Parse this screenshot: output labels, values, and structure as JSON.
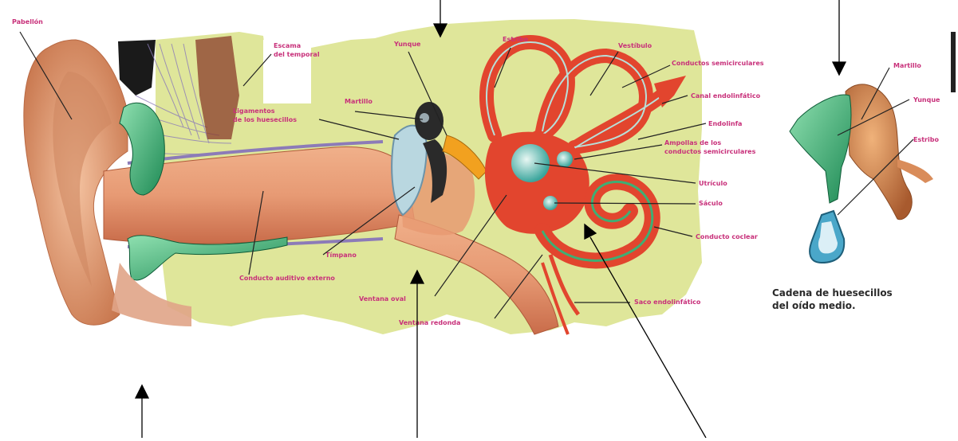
{
  "labels": {
    "pabellon": "Pabellón",
    "escama_temporal": "Escama\ndel temporal",
    "ligamentos": "Ligamentos\nde los huesecillos",
    "conducto_auditivo": "Conducto auditivo externo",
    "timpano": "Tímpano",
    "ventana_oval": "Ventana oval",
    "ventana_redonda": "Ventana redonda",
    "yunque_top": "Yunque",
    "martillo_top": "Martillo",
    "estribo_top": "Estribo",
    "vestibulo": "Vestíbulo",
    "conductos_semicirculares": "Conductos semicirculares",
    "canal_endolinfatico": "Canal endolinfático",
    "endolinfa": "Endolinfa",
    "ampollas": "Ampollas de los\nconductos semicirculares",
    "utriculo": "Utrículo",
    "saculo": "Sáculo",
    "conducto_coclear": "Conducto coclear",
    "saco_endolinfatico": "Saco endolinfático",
    "martillo_right": "Martillo",
    "yunque_right": "Yunque",
    "estribo_right": "Estribo"
  },
  "caption": {
    "line1": "Cadena de huesecillos",
    "line2": "del oído medio."
  },
  "colors": {
    "bone_yellow": "#dfe69a",
    "skin": "#e9a37c",
    "canal_red": "#e2452e",
    "membrane_green": "#3fae74",
    "label_magenta": "#c8307a",
    "stirrup_blue": "#4aa7c9"
  }
}
